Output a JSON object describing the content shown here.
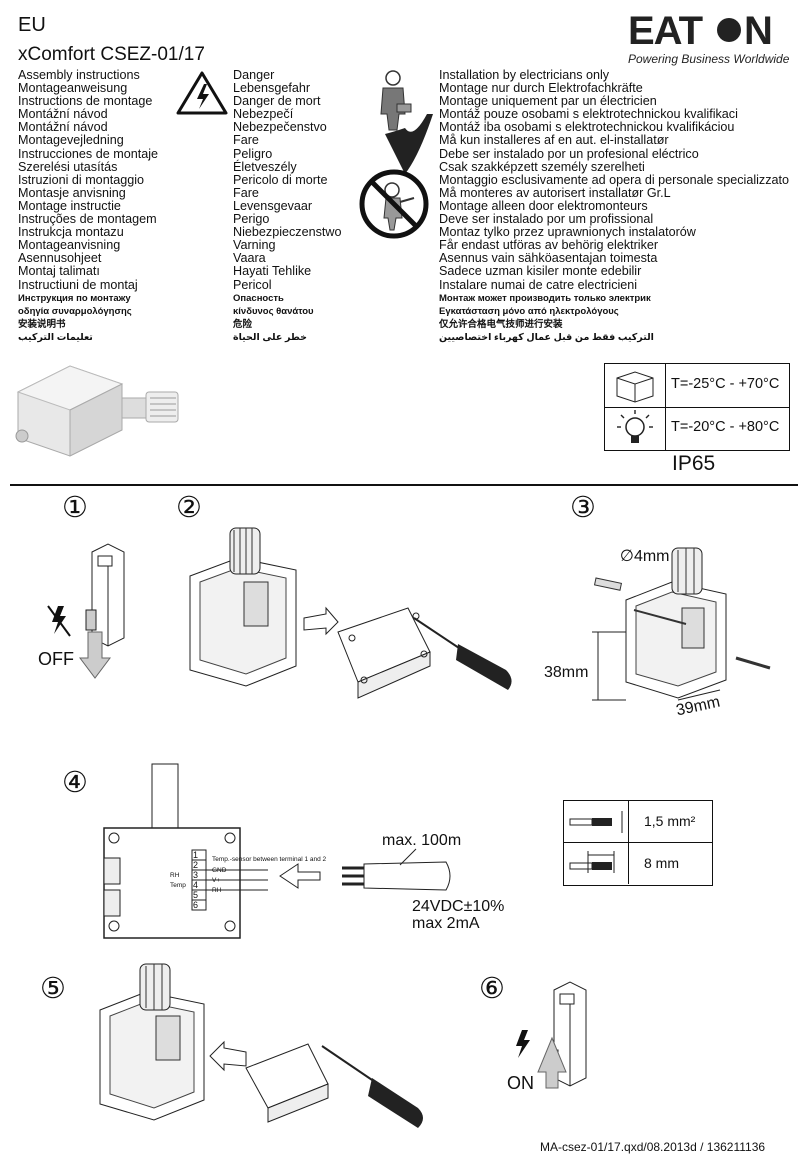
{
  "header": {
    "region": "EU",
    "model": "xComfort CSEZ-01/17",
    "brand": "EATON",
    "tagline": "Powering Business Worldwide"
  },
  "instructions": [
    "Assembly instructions",
    "Montageanweisung",
    "Instructions de montage",
    "Montážní návod",
    "Montážní návod",
    "Montagevejledning",
    "Instrucciones de montaje",
    "Szerelési utasítás",
    "Istruzioni di montaggio",
    "Montasje anvisning",
    "Montage instructie",
    "Instruções de montagem",
    "Instrukcja montazu",
    "Montageanvisning",
    "Asennusohjeet",
    "Montaj talimatı",
    "Instructiuni de montaj",
    "Инструкция по монтажу",
    "οδηγία συναρμολόγησης",
    "安装说明书",
    "تعليمات التركيب"
  ],
  "danger": [
    "Danger",
    "Lebensgefahr",
    "Danger de mort",
    "Nebezpečí",
    "Nebezpečenstvo",
    "Fare",
    "Peligro",
    "Életveszély",
    "Pericolo di morte",
    "Fare",
    "Levensgevaar",
    "Perigo",
    "Niebezpieczenstwo",
    "Varning",
    "Vaara",
    "Hayati Tehlike",
    "Pericol",
    "Опасность",
    "κίνδυνος θανάτου",
    "危险",
    "خطر على الحياة"
  ],
  "installation": [
    "Installation by electricians only",
    "Montage nur durch Elektrofachkräfte",
    "Montage uniquement par un électricien",
    "Montáž pouze osobami s elektrotechnickou kvalifikaci",
    "Montáž iba osobami s elektrotechnickou kvalifikáciou",
    "Må kun installeres af en aut. el-installatør",
    "Debe ser instalado por un profesional eléctrico",
    "Csak szakképzett személy szerelheti",
    "Montaggio esclusivamente ad opera di personale specializzato",
    "Må monteres av autorisert installatør Gr.L",
    "Montage alleen door elektromonteurs",
    "Deve ser instalado por um profissional",
    "Montaz tylko przez uprawnionych instalatorów",
    "Får endast utföras av behörig elektriker",
    "Asennus vain sähköasentajan toimesta",
    "Sadece uzman kisiler monte edebilir",
    "Instalare numai de catre electricieni",
    "Монтаж может производить только электрик",
    "Εγκατάσταση μόνο από ηλεκτρολόγους",
    "仅允许合格电气技师进行安装",
    "التركيب فقط من قبل عمال كهرباء اختصاصيين"
  ],
  "specs": {
    "storage_temp": "T=-25°C - +70°C",
    "operating_temp": "T=-20°C - +80°C",
    "ip": "IP65"
  },
  "steps": {
    "s1": "①",
    "s2": "②",
    "s3": "③",
    "s4": "④",
    "s5": "⑤",
    "s6": "⑥",
    "off": "OFF",
    "on": "ON",
    "drill": "∅4mm",
    "dim_h": "38mm",
    "dim_w": "39mm"
  },
  "wiring": {
    "max_len": "max. 100m",
    "supply": "24VDC±10%",
    "current": "max 2mA",
    "terminals": [
      {
        "num": "1",
        "desc": "Temp.-sensor between terminal 1 and 2"
      },
      {
        "num": "2",
        "desc": "GND"
      },
      {
        "num": "3",
        "desc": "V+"
      },
      {
        "num": "4",
        "desc": "RH"
      },
      {
        "num": "5",
        "desc": ""
      },
      {
        "num": "6",
        "desc": ""
      }
    ],
    "rh_label": "RH",
    "temp_label": "Temp",
    "cross_section": "1,5 mm²",
    "strip_length": "8 mm"
  },
  "footer": "MA-csez-01/17.qxd/08.2013d / 136211136"
}
